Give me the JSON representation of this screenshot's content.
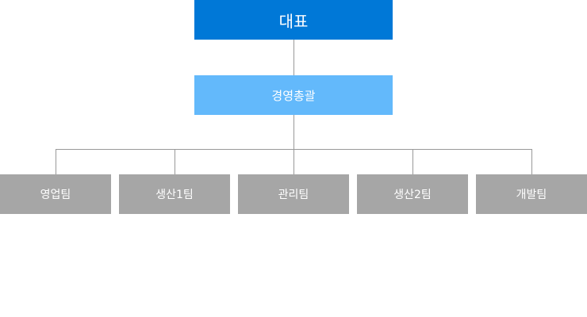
{
  "org": {
    "ceo": "대표",
    "general_management": "경영총괄",
    "teams": [
      "영업팀",
      "생산1팀",
      "관리팀",
      "생산2팀",
      "개발팀"
    ]
  },
  "colors": {
    "ceo_box": "#0078d7",
    "general_management_box": "#63b9fb",
    "team_box": "#a6a6a6",
    "connector": "#999999",
    "text": "#ffffff"
  }
}
